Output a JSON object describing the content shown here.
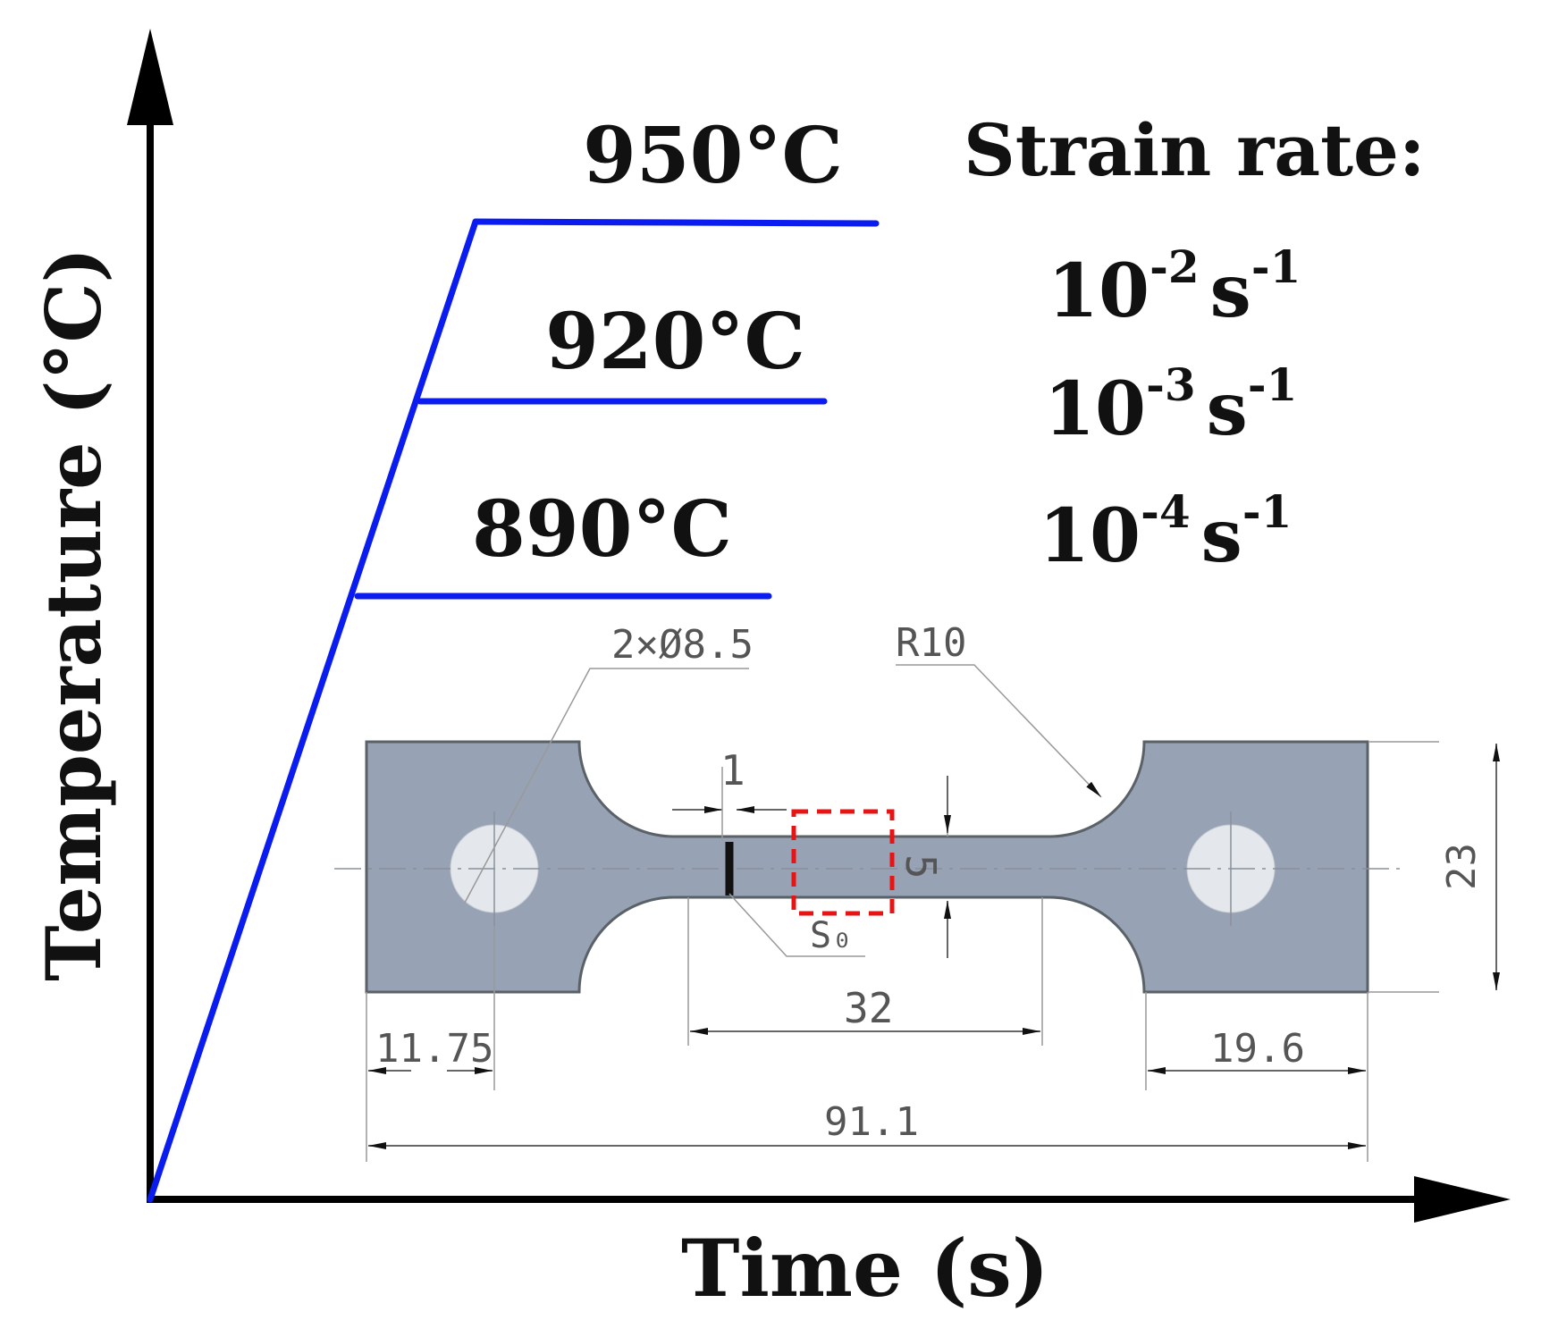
{
  "axes": {
    "y_label": "Temperature (°C)",
    "x_label": "Time (s)"
  },
  "temperatures": [
    {
      "label": "950°C"
    },
    {
      "label": "920°C"
    },
    {
      "label": "890°C"
    }
  ],
  "strain_rate": {
    "title": "Strain rate:",
    "rates": [
      {
        "base": "10",
        "exp": "-2",
        "unit": "s",
        "unit_exp": "-1"
      },
      {
        "base": "10",
        "exp": "-3",
        "unit": "s",
        "unit_exp": "-1"
      },
      {
        "base": "10",
        "exp": "-4",
        "unit": "s",
        "unit_exp": "-1"
      }
    ]
  },
  "specimen": {
    "fill_color": "#97a3b4",
    "hole_color": "#e4e7ec",
    "dimensions": {
      "holes": "2×Ø8.5",
      "radius": "R10",
      "gauge_mark_width": "1",
      "gauge_width": "5",
      "gauge_mark_label": "S₀",
      "gauge_length": "32",
      "grip_width": "23",
      "hole_offset": "11.75",
      "grip_length": "19.6",
      "total_length": "91.1"
    }
  },
  "colors": {
    "line": "#0a1cf0",
    "axis": "#000000",
    "roi_box": "#e81414"
  }
}
